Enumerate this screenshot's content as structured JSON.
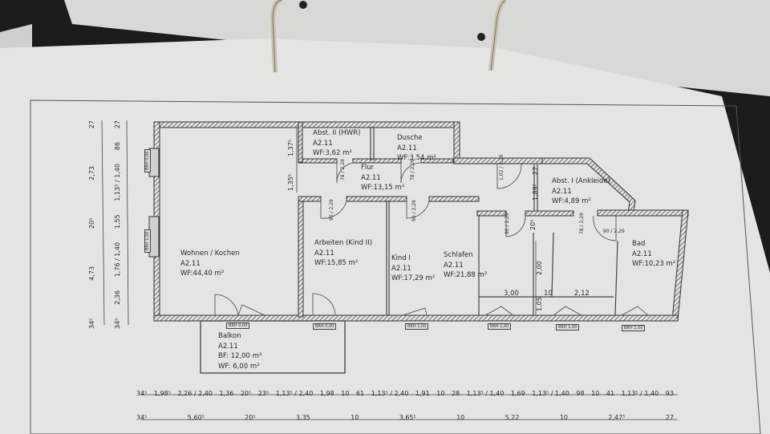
{
  "rooms": [
    {
      "id": "hwr",
      "name": "Abst. II (HWR)",
      "code": "A2.11",
      "wf_label": "WF:",
      "area": "3,62 m²"
    },
    {
      "id": "dusche",
      "name": "Dusche",
      "code": "A2.11",
      "wf_label": "WF:",
      "area": "3,54 m²"
    },
    {
      "id": "flur",
      "name": "Flur",
      "code": "A2.11",
      "wf_label": "WF:",
      "area": "13,15 m²"
    },
    {
      "id": "ankleide",
      "name": "Abst. I (Ankleide)",
      "code": "A2.11",
      "wf_label": "WF:",
      "area": "4,89 m²"
    },
    {
      "id": "wohnen",
      "name": "Wohnen / Kochen",
      "code": "A2.11",
      "wf_label": "WF:",
      "area": "44,40 m²"
    },
    {
      "id": "arbeiten",
      "name": "Arbeiten (Kind II)",
      "code": "A2.11",
      "wf_label": "WF:",
      "area": "15,85 m²"
    },
    {
      "id": "kind1",
      "name": "Kind I",
      "code": "A2.11",
      "wf_label": "WF:",
      "area": "17,29 m²"
    },
    {
      "id": "schlafen",
      "name": "Schlafen",
      "code": "A2.11",
      "wf_label": "WF:",
      "area": "21,88 m²"
    },
    {
      "id": "bad",
      "name": "Bad",
      "code": "A2.11",
      "wf_label": "WF:",
      "area": "10,23 m²"
    }
  ],
  "balkon": {
    "name": "Balkon",
    "code": "A2.11",
    "bf": "BF: 12,00 m²",
    "wf": "WF: 6,00 m²"
  },
  "window_labels": [
    "BRH 0,00",
    "BRH 0,00",
    "BRH 1,00",
    "BRH 1,00",
    "BRH 1,00",
    "BRH 1,00",
    "BRH 0,00",
    "BRH 1,00"
  ],
  "inner_dims": [
    "1,37⁵",
    "1,35⁵",
    "3,00",
    "10",
    "2,12",
    "2,00",
    "1,05",
    "1,89⁵",
    "27",
    "20⁵"
  ],
  "door_dims": [
    "78 / 2,29",
    "78 / 2,29",
    "90 / 2,29",
    "90 / 2,29",
    "1,02 / 2,29",
    "90 / 2,29",
    "78 / 2,29",
    "90 / 2,29"
  ],
  "dims_bottom_1": [
    "34⁵",
    "1,98⁵",
    "2,26 / 2,40",
    "1,36",
    "20⁵",
    "23⁵",
    "1,13⁵ / 2,40",
    "1,98",
    "10",
    "61",
    "1,13⁵ / 2,40",
    "1,91",
    "10",
    "28",
    "1,13⁵ / 1,40",
    "1,69",
    "1,13⁵ / 1,40",
    "98",
    "10",
    "41",
    "1,13⁵ / 1,40",
    "93"
  ],
  "dims_bottom_2": [
    "34⁵",
    "5,60⁵",
    "20⁵",
    "3,35",
    "10",
    "3,65⁵",
    "10",
    "5,22",
    "10",
    "2,47⁵",
    "27"
  ],
  "dims_left_1": [
    "34⁵",
    "4,73",
    "20⁵",
    "2,73",
    "27"
  ],
  "dims_left_2": [
    "34⁵",
    "2,36",
    "1,76 / 1,40",
    "1,55",
    "1,13⁵ / 1,40",
    "86",
    "27"
  ],
  "colors": {
    "background": "#1b1b1c",
    "paper": "#e4e4e2",
    "wall": "#3a3a3a",
    "ring": "#b8b0a0"
  }
}
